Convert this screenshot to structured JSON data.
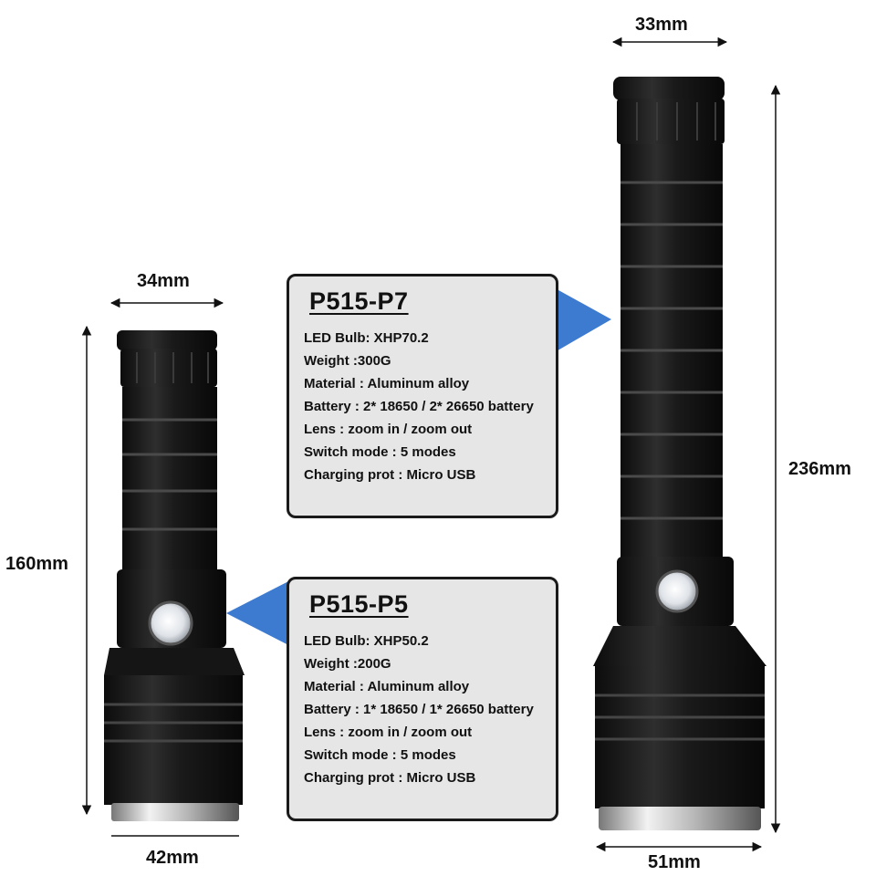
{
  "dimensions": {
    "small_head_width": "34mm",
    "small_length": "160mm",
    "small_bezel_width": "42mm",
    "large_head_width": "33mm",
    "large_length": "236mm",
    "large_bezel_width": "51mm"
  },
  "cards": [
    {
      "model": "P515-P7",
      "specs": [
        "LED Bulb: XHP70.2",
        "Weight :300G",
        "Material : Aluminum alloy",
        "Battery : 2* 18650 / 2* 26650 battery",
        "Lens : zoom in / zoom out",
        "Switch mode : 5 modes",
        "Charging prot : Micro USB"
      ]
    },
    {
      "model": "P515-P5",
      "specs": [
        "LED Bulb: XHP50.2",
        "Weight :200G",
        "Material : Aluminum alloy",
        "Battery : 1* 18650 / 1* 26650 battery",
        "Lens : zoom in / zoom out",
        "Switch mode : 5 modes",
        "Charging prot : Micro USB"
      ]
    }
  ],
  "colors": {
    "pointer": "#3d7bd1",
    "card_bg": "#e6e6e6",
    "body": "#1c1c1c"
  }
}
